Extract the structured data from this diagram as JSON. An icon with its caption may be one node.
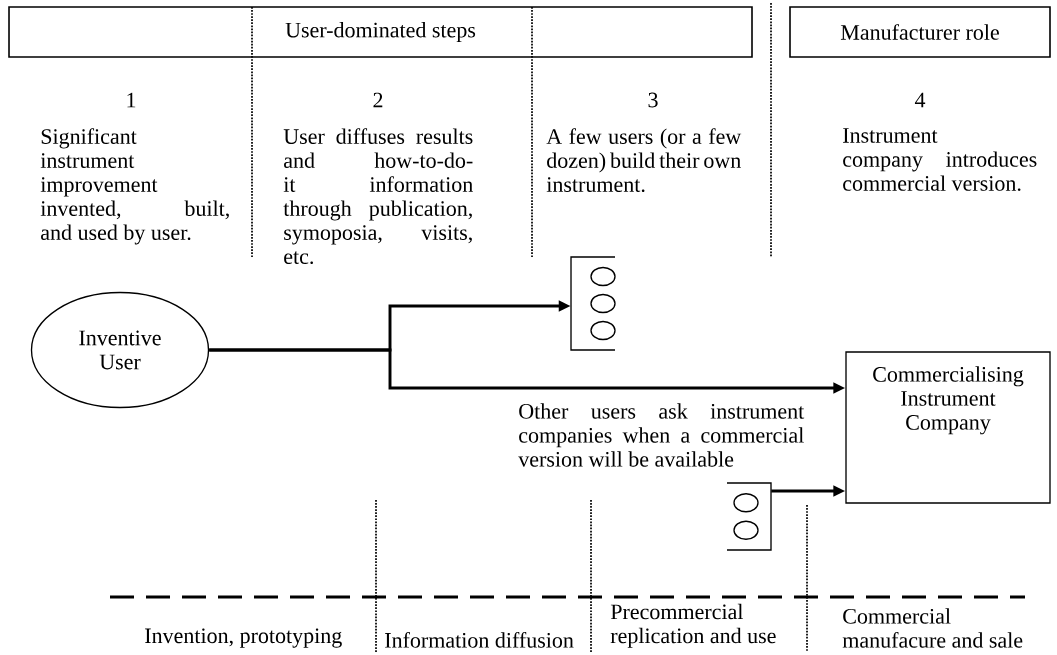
{
  "diagram": {
    "nodes": [
      {
        "text": [
          "User-dominated steps"
        ]
      },
      {
        "text": [
          "Manufacturer role"
        ]
      },
      {
        "text": [
          "Inventive User"
        ]
      },
      {
        "text": [],
        "shape": "picture"
      },
      {
        "text": [
          "Commercialising Instrument Company"
        ]
      },
      {
        "text": [],
        "shape": "picture"
      }
    ],
    "edges": [
      {
        "from": 2,
        "to": 3,
        "arrow": "to"
      },
      {
        "from": 2,
        "to": 4,
        "arrow": "to"
      },
      {
        "from": 5,
        "to": 4,
        "arrow": "to"
      }
    ],
    "labels": [
      "1",
      "2",
      "3",
      "4",
      "Significant instrument improvement invented, built, and used by user.",
      "User diffuses results and how-to-do-it information through publication, symoposia, visits, etc.",
      "A few users (or a few dozen) build their own instrument.",
      "Instrument company introduces commercial version.",
      "Other users ask instrument companies when a commercial version will be available",
      "Invention, prototyping",
      "Information diffusion",
      "Precommercial replication and use",
      "Commercial manufacure and sale"
    ]
  }
}
